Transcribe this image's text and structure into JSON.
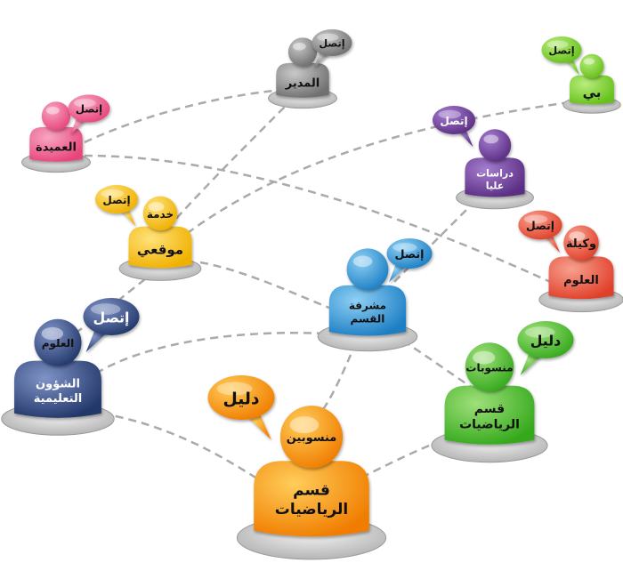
{
  "nodes": [
    {
      "id": "dean",
      "head_text": "",
      "body_text": [
        "العميدة"
      ],
      "bubble_text": "إتصل",
      "color": "#e8457a",
      "light": "#f7a6c2"
    },
    {
      "id": "director",
      "head_text": "",
      "body_text": [
        "المدير"
      ],
      "bubble_text": "إتصل",
      "color": "#6f6f6f",
      "light": "#c9c9c9"
    },
    {
      "id": "bb",
      "head_text": "",
      "body_text": [
        "بي"
      ],
      "bubble_text": "إتصل",
      "color": "#66c11a",
      "light": "#b8ec7d"
    },
    {
      "id": "graduate",
      "head_text": "",
      "body_text": [
        "دراسات",
        "عليا"
      ],
      "bubble_text": "إتصل",
      "color": "#5a2d82",
      "light": "#a57ed0"
    },
    {
      "id": "website",
      "head_text": "خدمة",
      "body_text": [
        "موقعي"
      ],
      "bubble_text": "إتصل",
      "color": "#f0b000",
      "light": "#ffe27a"
    },
    {
      "id": "vice-dean",
      "head_text": "وكيلة",
      "body_text": [
        "العلوم"
      ],
      "bubble_text": "إتصل",
      "color": "#e0402a",
      "light": "#f7a08e"
    },
    {
      "id": "supervisor",
      "head_text": "",
      "body_text": [
        "مشرفة",
        "القسم"
      ],
      "bubble_text": "إتصل",
      "color": "#1d7fc4",
      "light": "#8fd0f5"
    },
    {
      "id": "edu-affairs",
      "head_text": "العلوم",
      "body_text": [
        "الشؤون",
        "التعليمية"
      ],
      "bubble_text": "إتصل",
      "color": "#23386b",
      "light": "#7f93c6"
    },
    {
      "id": "math-staff-green",
      "head_text": "منسوبات",
      "body_text": [
        "قسم",
        "الرياضيات"
      ],
      "bubble_text": "دليل",
      "color": "#35a91d",
      "light": "#9fe07a"
    },
    {
      "id": "math-staff-orange",
      "head_text": "منسوبين",
      "body_text": [
        "قسم",
        "الرياضيات"
      ],
      "bubble_text": "دليل",
      "color": "#f07d00",
      "light": "#ffcd5a"
    }
  ]
}
